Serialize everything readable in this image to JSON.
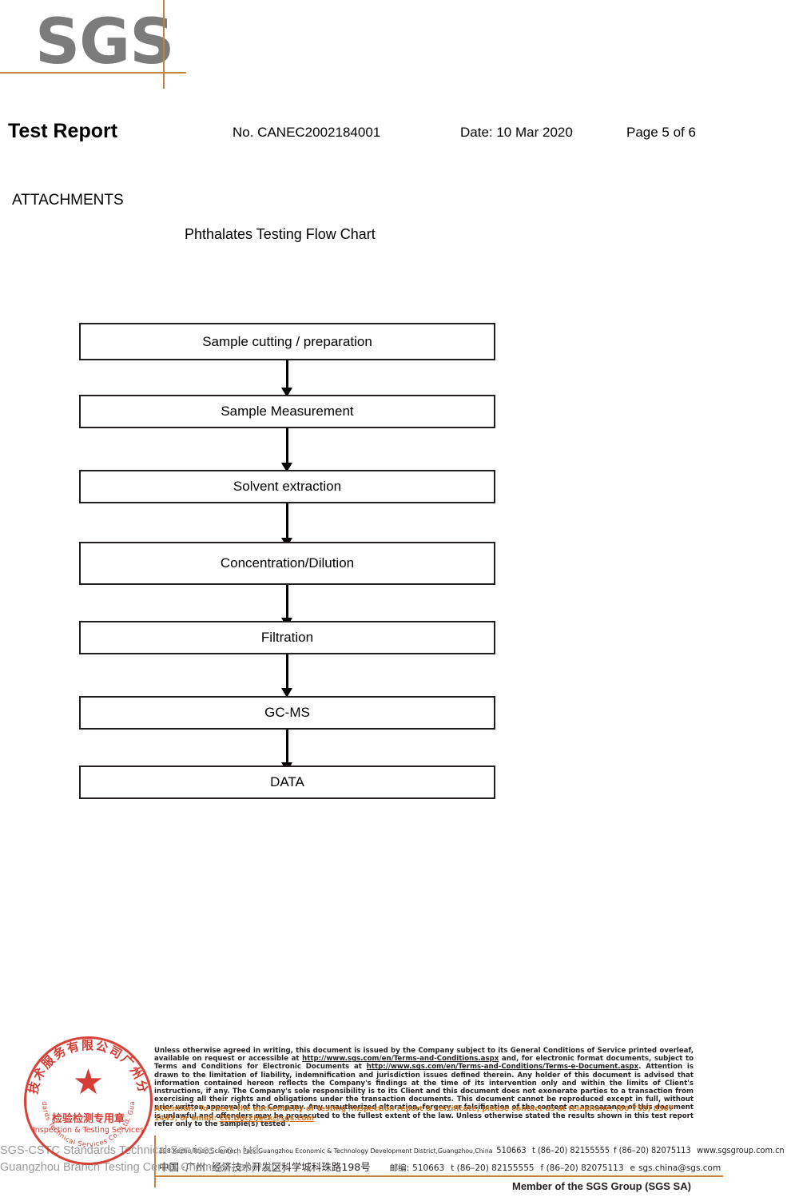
{
  "brand": {
    "logo_text": "SGS",
    "accent_color": "#c8823c",
    "logo_color": "#7b7b7b",
    "stamp_color": "#d2281e"
  },
  "header": {
    "report_title": "Test Report",
    "report_no": "No. CANEC2002184001",
    "date": "Date: 10 Mar 2020",
    "page": "Page 5 of 6"
  },
  "body": {
    "section_heading": "ATTACHMENTS",
    "flow_chart_title": "Phthalates Testing Flow Chart"
  },
  "chart_data": {
    "type": "flowchart",
    "title": "Phthalates Testing Flow Chart",
    "orientation": "top-to-bottom",
    "nodes": [
      {
        "id": 1,
        "label": "Sample cutting / preparation"
      },
      {
        "id": 2,
        "label": "Sample Measurement"
      },
      {
        "id": 3,
        "label": "Solvent extraction"
      },
      {
        "id": 4,
        "label": "Concentration/Dilution"
      },
      {
        "id": 5,
        "label": "Filtration"
      },
      {
        "id": 6,
        "label": "GC-MS"
      },
      {
        "id": 7,
        "label": "DATA"
      }
    ],
    "edges": [
      {
        "from": 1,
        "to": 2,
        "style": "arrow"
      },
      {
        "from": 2,
        "to": 3,
        "style": "arrow"
      },
      {
        "from": 3,
        "to": 4,
        "style": "arrow"
      },
      {
        "from": 4,
        "to": 5,
        "style": "arrow"
      },
      {
        "from": 5,
        "to": 6,
        "style": "arrow"
      },
      {
        "from": 6,
        "to": 7,
        "style": "arrow"
      }
    ]
  },
  "stamp": {
    "arc_top_cn": "标准技术服务有限公司广州分公司",
    "arc_bottom_en": "SGS-CSTC Standards Technical Services Co., Ltd. Guangzhou Branch",
    "star": "★",
    "center_cn": "检验检测专用章",
    "center_en": "Inspection & Testing Services",
    "overlay_line1": "SGS-CSTC Standards Technical Services Co., Ltd.",
    "overlay_line2": "Guangzhou Branch Testing Center Chemical Laboratory."
  },
  "footer": {
    "legal_part1": "Unless otherwise agreed in writing, this document is issued by the Company subject to its General Conditions of Service printed overleaf, available on request or accessible at ",
    "legal_link1": "http://www.sgs.com/en/Terms-and-Conditions.aspx",
    "legal_part2": " and, for electronic format documents, subject to Terms and Conditions for Electronic Documents at ",
    "legal_link2": "http://www.sgs.com/en/Terms-and-Conditions/Terms-e-Document.aspx",
    "legal_part3": ". Attention is drawn to the limitation of liability, indemnification and jurisdiction issues defined therein. Any holder of this document is advised that information contained hereon reflects the Company's findings at the time of its intervention only and within the limits of Client's instructions, if any. The Company's sole responsibility is to its Client and this document does not exonerate parties to a transaction from exercising all their rights and obligations under the transaction documents. This document cannot be reproduced except in full, without prior written approval of the Company. Any unauthorized alteration, forgery or falsification of the content or appearance of this document is unlawful and offenders may be prosecuted to the fullest extent of the law. Unless otherwise stated the results shown in this test report refer only to the sample(s) tested .",
    "attention_text": "Attention: To check the authenticity of testing /inspection report & certificate, please contact us at telephone: (86-755) 8307 1443, or email: ",
    "attention_email": "CN.Doccheck@sgs.com",
    "address_en": "198 Kezhu Road,Scientech Park Guangzhou Economic & Technology Development District,Guangzhou,China",
    "postcode_en": "510663",
    "tel_en": "t (86–20) 82155555",
    "fax_en": "f (86–20) 82075113",
    "web_en": "www.sgsgroup.com.cn",
    "address_cn": "中国 ·广州 ·经济技术开发区科学城科珠路198号",
    "postcode_cn_label": "邮编:",
    "postcode_cn": "510663",
    "tel_cn": "t (86–20) 82155555",
    "fax_cn": "f (86–20) 82075113",
    "email_cn_label": "e",
    "email_cn": "sgs.china@sgs.com",
    "member_text": "Member of the SGS Group (SGS SA)"
  }
}
